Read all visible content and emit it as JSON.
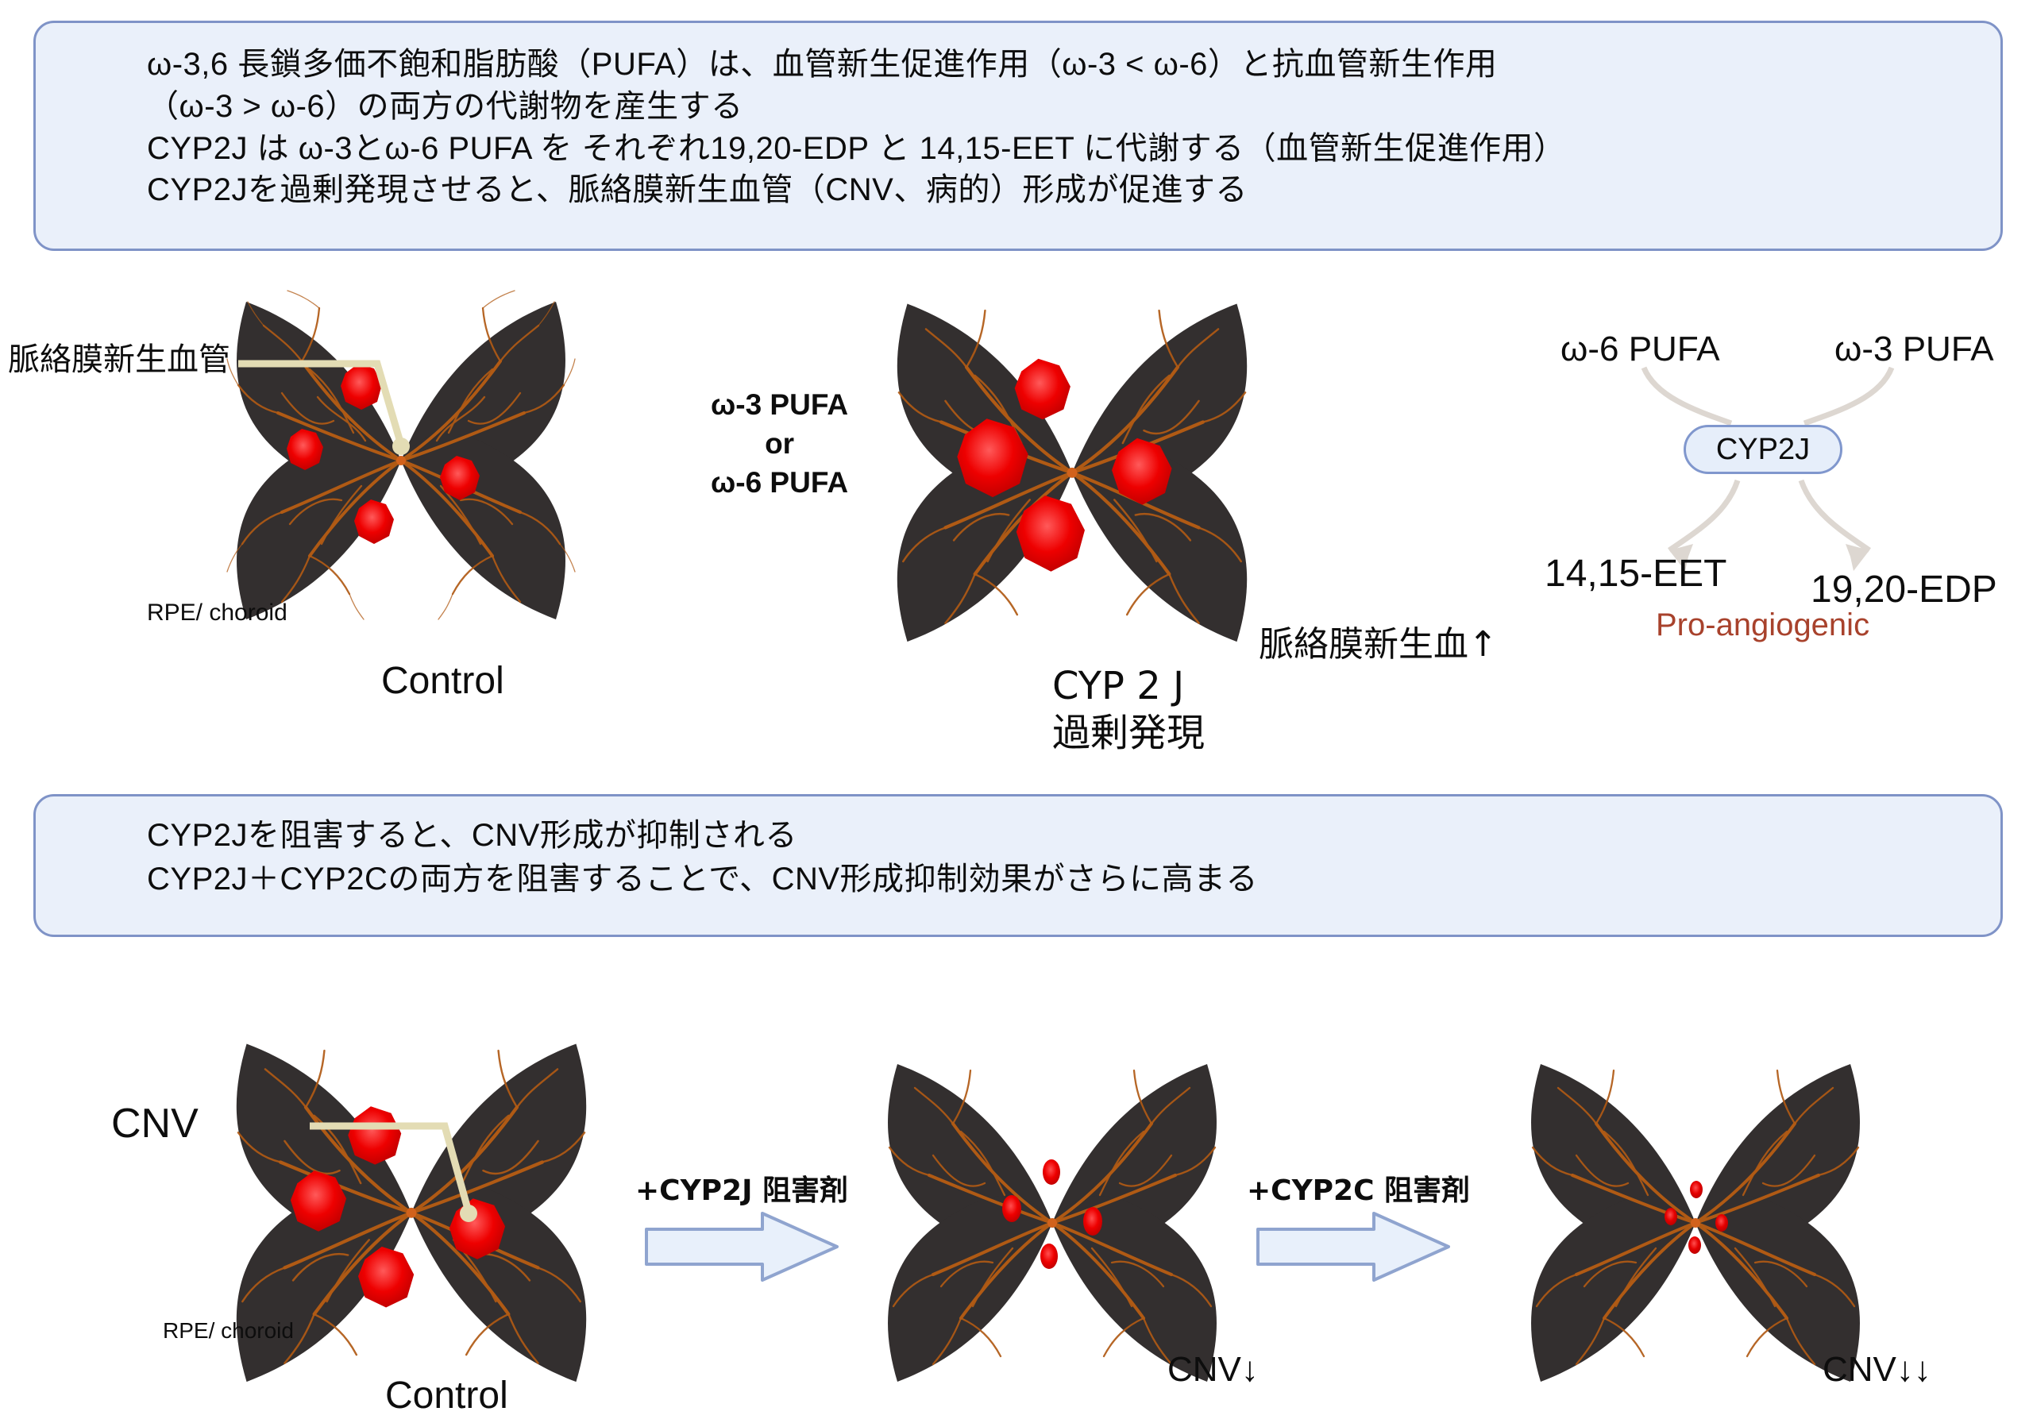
{
  "boxes": {
    "top": {
      "lines": [
        "ω-3,6 長鎖多価不飽和脂肪酸（PUFA）は、血管新生促進作用（ω-3 < ω-6）と抗血管新生作用",
        "（ω-3 > ω-6）の両方の代謝物を産生する",
        "CYP2J は ω-3とω-6 PUFA を それぞれ19,20-EDP と 14,15-EET に代謝する（血管新生促進作用）",
        "CYP2Jを過剰発現させると、脈絡膜新生血管（CNV、病的）形成が促進する"
      ]
    },
    "middle": {
      "lines": [
        "CYP2Jを阻害すると、CNV形成が抑制される",
        "CYP2J＋CYP2Cの両方を阻害することで、CNV形成抑制効果がさらに高まる"
      ]
    }
  },
  "panel_top": {
    "cnv_callout_label": "脈絡膜新生血管",
    "rpe_label": "RPE/ choroid",
    "control_label": "Control",
    "treatment_lines": [
      "ω-3 PUFA",
      "or",
      "ω-6 PUFA"
    ],
    "overexpress_lines": [
      "CYP 2 J",
      "過剰発現"
    ],
    "cnv_increase_label": "脈絡膜新生血↑"
  },
  "pathway": {
    "input_left": "ω-6 PUFA",
    "input_right": "ω-3 PUFA",
    "enzyme": "CYP2J",
    "output_left": "14,15-EET",
    "output_right": "19,20-EDP",
    "annotation": "Pro-angiogenic",
    "annotation_color": "#a8422c"
  },
  "panel_bottom": {
    "cnv_callout_label": "CNV",
    "rpe_label": "RPE/ choroid",
    "control_label": "Control",
    "arrow1_label": "+CYP2J 阻害剤",
    "arrow2_label": "+CYP2C 阻害剤",
    "result1_label": "CNV↓",
    "result2_label": "CNV↓↓"
  },
  "theme": {
    "box_fill": "#eaf0fa",
    "box_border": "#7f93c7",
    "petal_fill": "#332f2f",
    "vessel_color": "#b05a14",
    "cnv_color": "#ee0000",
    "leader_color": "#e3dcb4",
    "arrow_fill": "#e8f0fb",
    "arrow_border": "#8fa4cf"
  }
}
